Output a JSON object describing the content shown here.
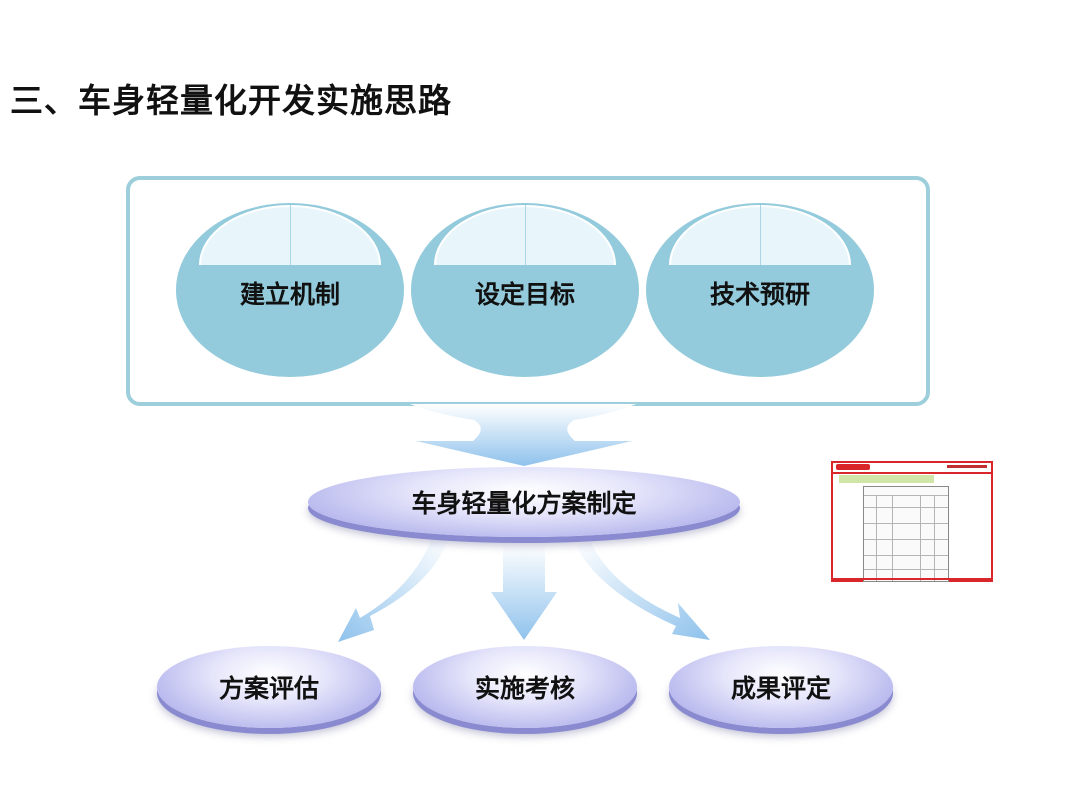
{
  "title": "三、车身轻量化开发实施思路",
  "top_group": {
    "items": [
      {
        "label": "建立机制"
      },
      {
        "label": "设定目标"
      },
      {
        "label": "技术预研"
      }
    ]
  },
  "center": {
    "label": "车身轻量化方案制定"
  },
  "bottom": {
    "items": [
      {
        "label": "方案评估"
      },
      {
        "label": "实施考核"
      },
      {
        "label": "成果评定"
      }
    ]
  },
  "colors": {
    "frame_border": "#9ccfdb",
    "oval_fill": "#93cbdc",
    "disc_fill": "#b9b9ee",
    "arrow_fill": "#9cc9ee",
    "thumbnail_accent": "#d9262b"
  }
}
